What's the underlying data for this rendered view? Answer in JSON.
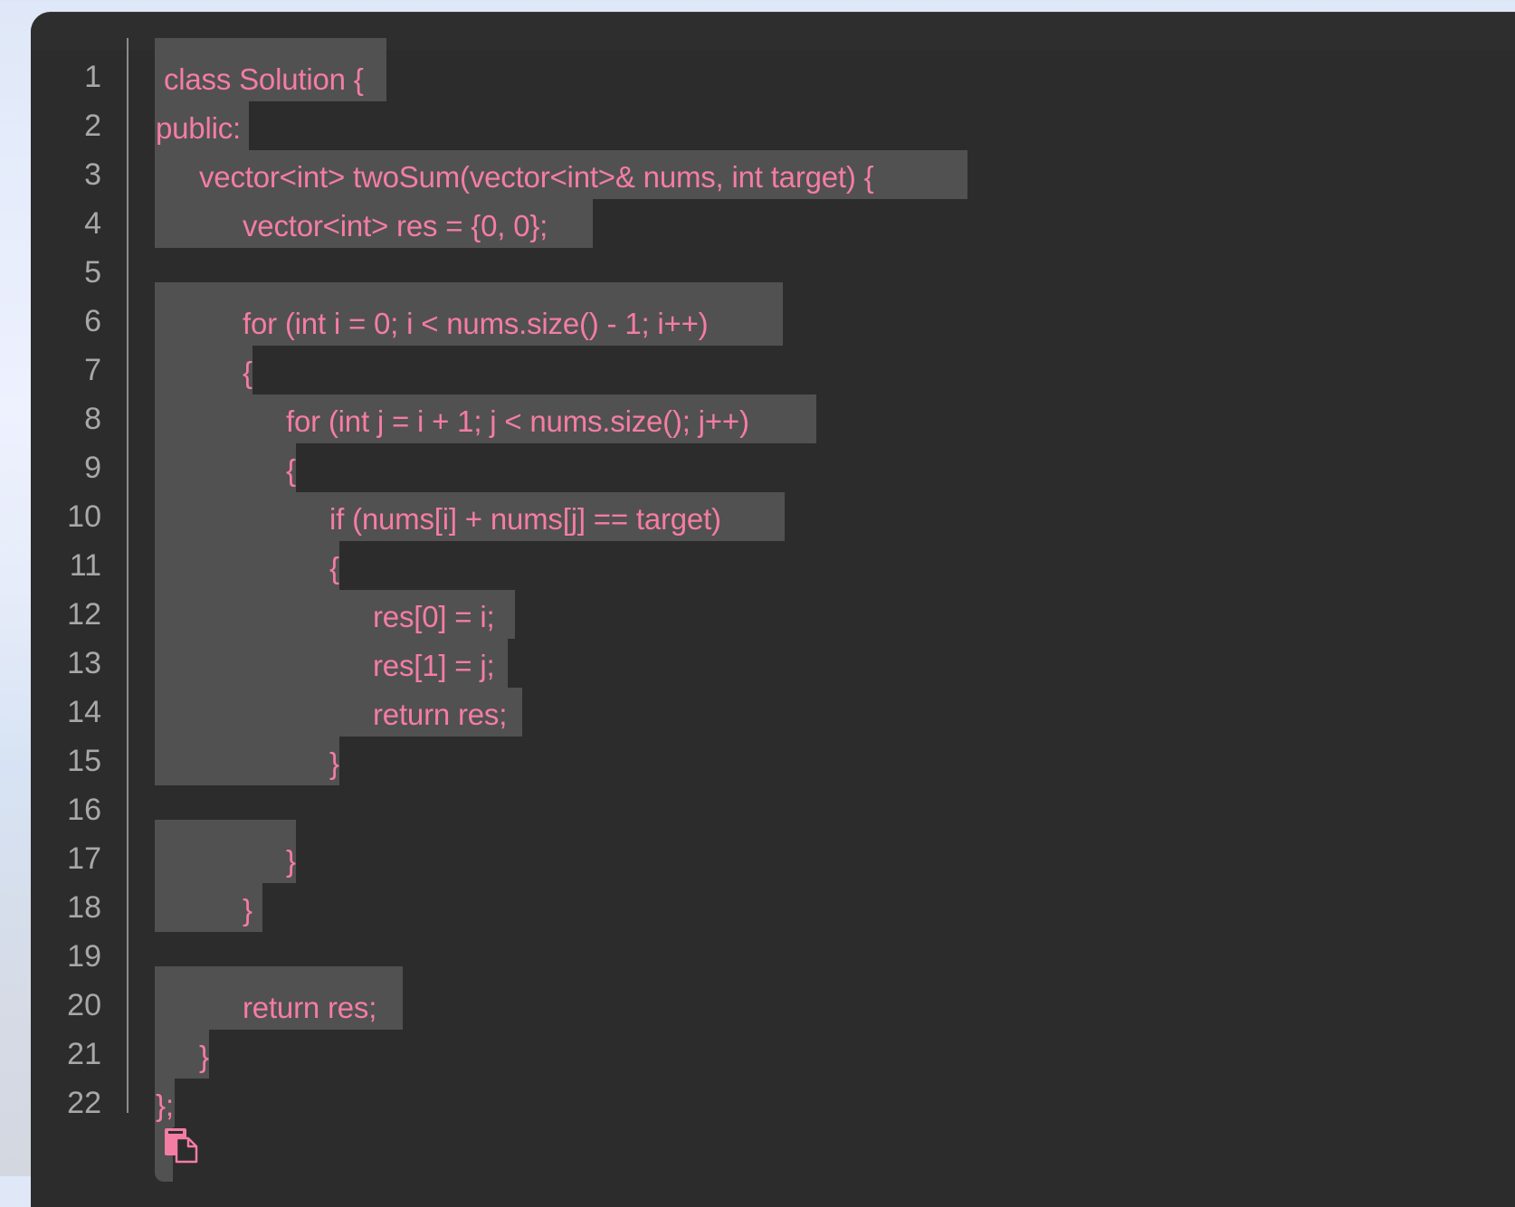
{
  "editor": {
    "language": "cpp",
    "colors": {
      "background": "#2c2c2c",
      "selection": "#515151",
      "text": "#f47da3",
      "line_number": "#a8a8a8",
      "gutter_rule": "#8c8c8c"
    },
    "lines": [
      {
        "n": "1",
        "text": " class Solution {",
        "indent": 0,
        "hl_width": 256
      },
      {
        "n": "2",
        "text": "public:",
        "indent": 0,
        "hl_width": 104
      },
      {
        "n": "3",
        "text": "vector<int> twoSum(vector<int>& nums, int target) {",
        "indent": 1,
        "hl_width": 898
      },
      {
        "n": "4",
        "text": "vector<int> res = {0, 0};",
        "indent": 2,
        "hl_width": 484
      },
      {
        "n": "5",
        "text": "",
        "indent": 0,
        "hl_width": 0
      },
      {
        "n": "6",
        "text": "for (int i = 0; i < nums.size() - 1; i++)",
        "indent": 2,
        "hl_width": 694
      },
      {
        "n": "7",
        "text": "{",
        "indent": 2,
        "hl_width": 108
      },
      {
        "n": "8",
        "text": "for (int j = i + 1; j < nums.size(); j++)",
        "indent": 3,
        "hl_width": 731
      },
      {
        "n": "9",
        "text": "{",
        "indent": 3,
        "hl_width": 156
      },
      {
        "n": "10",
        "text": "if (nums[i] + nums[j] == target)",
        "indent": 4,
        "hl_width": 696
      },
      {
        "n": "11",
        "text": "{",
        "indent": 4,
        "hl_width": 204
      },
      {
        "n": "12",
        "text": "res[0] = i;",
        "indent": 5,
        "hl_width": 398
      },
      {
        "n": "13",
        "text": "res[1] = j;",
        "indent": 5,
        "hl_width": 390
      },
      {
        "n": "14",
        "text": "return res;",
        "indent": 5,
        "hl_width": 406
      },
      {
        "n": "15",
        "text": "}",
        "indent": 4,
        "hl_width": 204
      },
      {
        "n": "16",
        "text": "",
        "indent": 0,
        "hl_width": 0
      },
      {
        "n": "17",
        "text": "}",
        "indent": 3,
        "hl_width": 156
      },
      {
        "n": "18",
        "text": "}",
        "indent": 2,
        "hl_width": 119
      },
      {
        "n": "19",
        "text": "",
        "indent": 0,
        "hl_width": 0
      },
      {
        "n": "20",
        "text": "return res;",
        "indent": 2,
        "hl_width": 274
      },
      {
        "n": "21",
        "text": "}",
        "indent": 1,
        "hl_width": 60
      },
      {
        "n": "22",
        "text": "};",
        "indent": 0,
        "hl_width": 22
      }
    ],
    "copy_button": {
      "icon": "copy-icon",
      "color": "#f47da3"
    }
  }
}
